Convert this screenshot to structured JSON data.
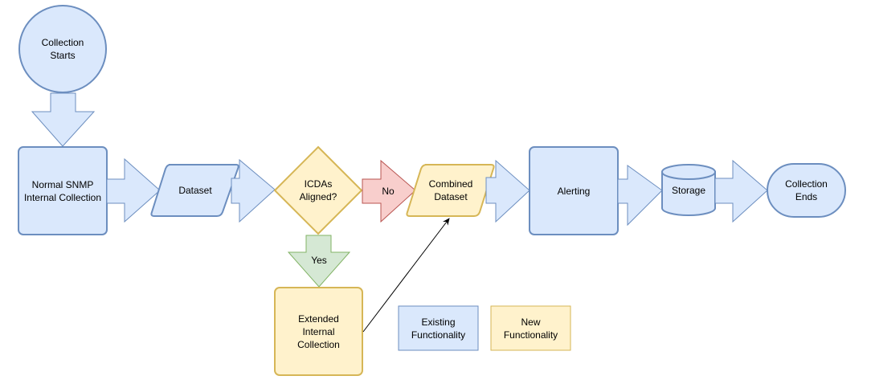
{
  "colors": {
    "existing_fill": "#dae8fc",
    "existing_stroke": "#6c8ebf",
    "new_fill": "#fff2cc",
    "new_stroke": "#d6b656",
    "no_fill": "#f8cecc",
    "no_stroke": "#b85450",
    "yes_fill": "#d5e8d4",
    "yes_stroke": "#82b366",
    "connector": "#000000"
  },
  "nodes": {
    "collection_starts": "Collection\nStarts",
    "normal_snmp": "Normal SNMP\nInternal Collection",
    "dataset": "Dataset",
    "icdas_aligned": "ICDAs\nAligned?",
    "no_label": "No",
    "yes_label": "Yes",
    "combined_dataset": "Combined\nDataset",
    "extended_internal": "Extended\nInternal\nCollection",
    "alerting": "Alerting",
    "storage": "Storage",
    "collection_ends": "Collection\nEnds"
  },
  "legend": {
    "existing": "Existing\nFunctionality",
    "new": "New\nFunctionality"
  }
}
